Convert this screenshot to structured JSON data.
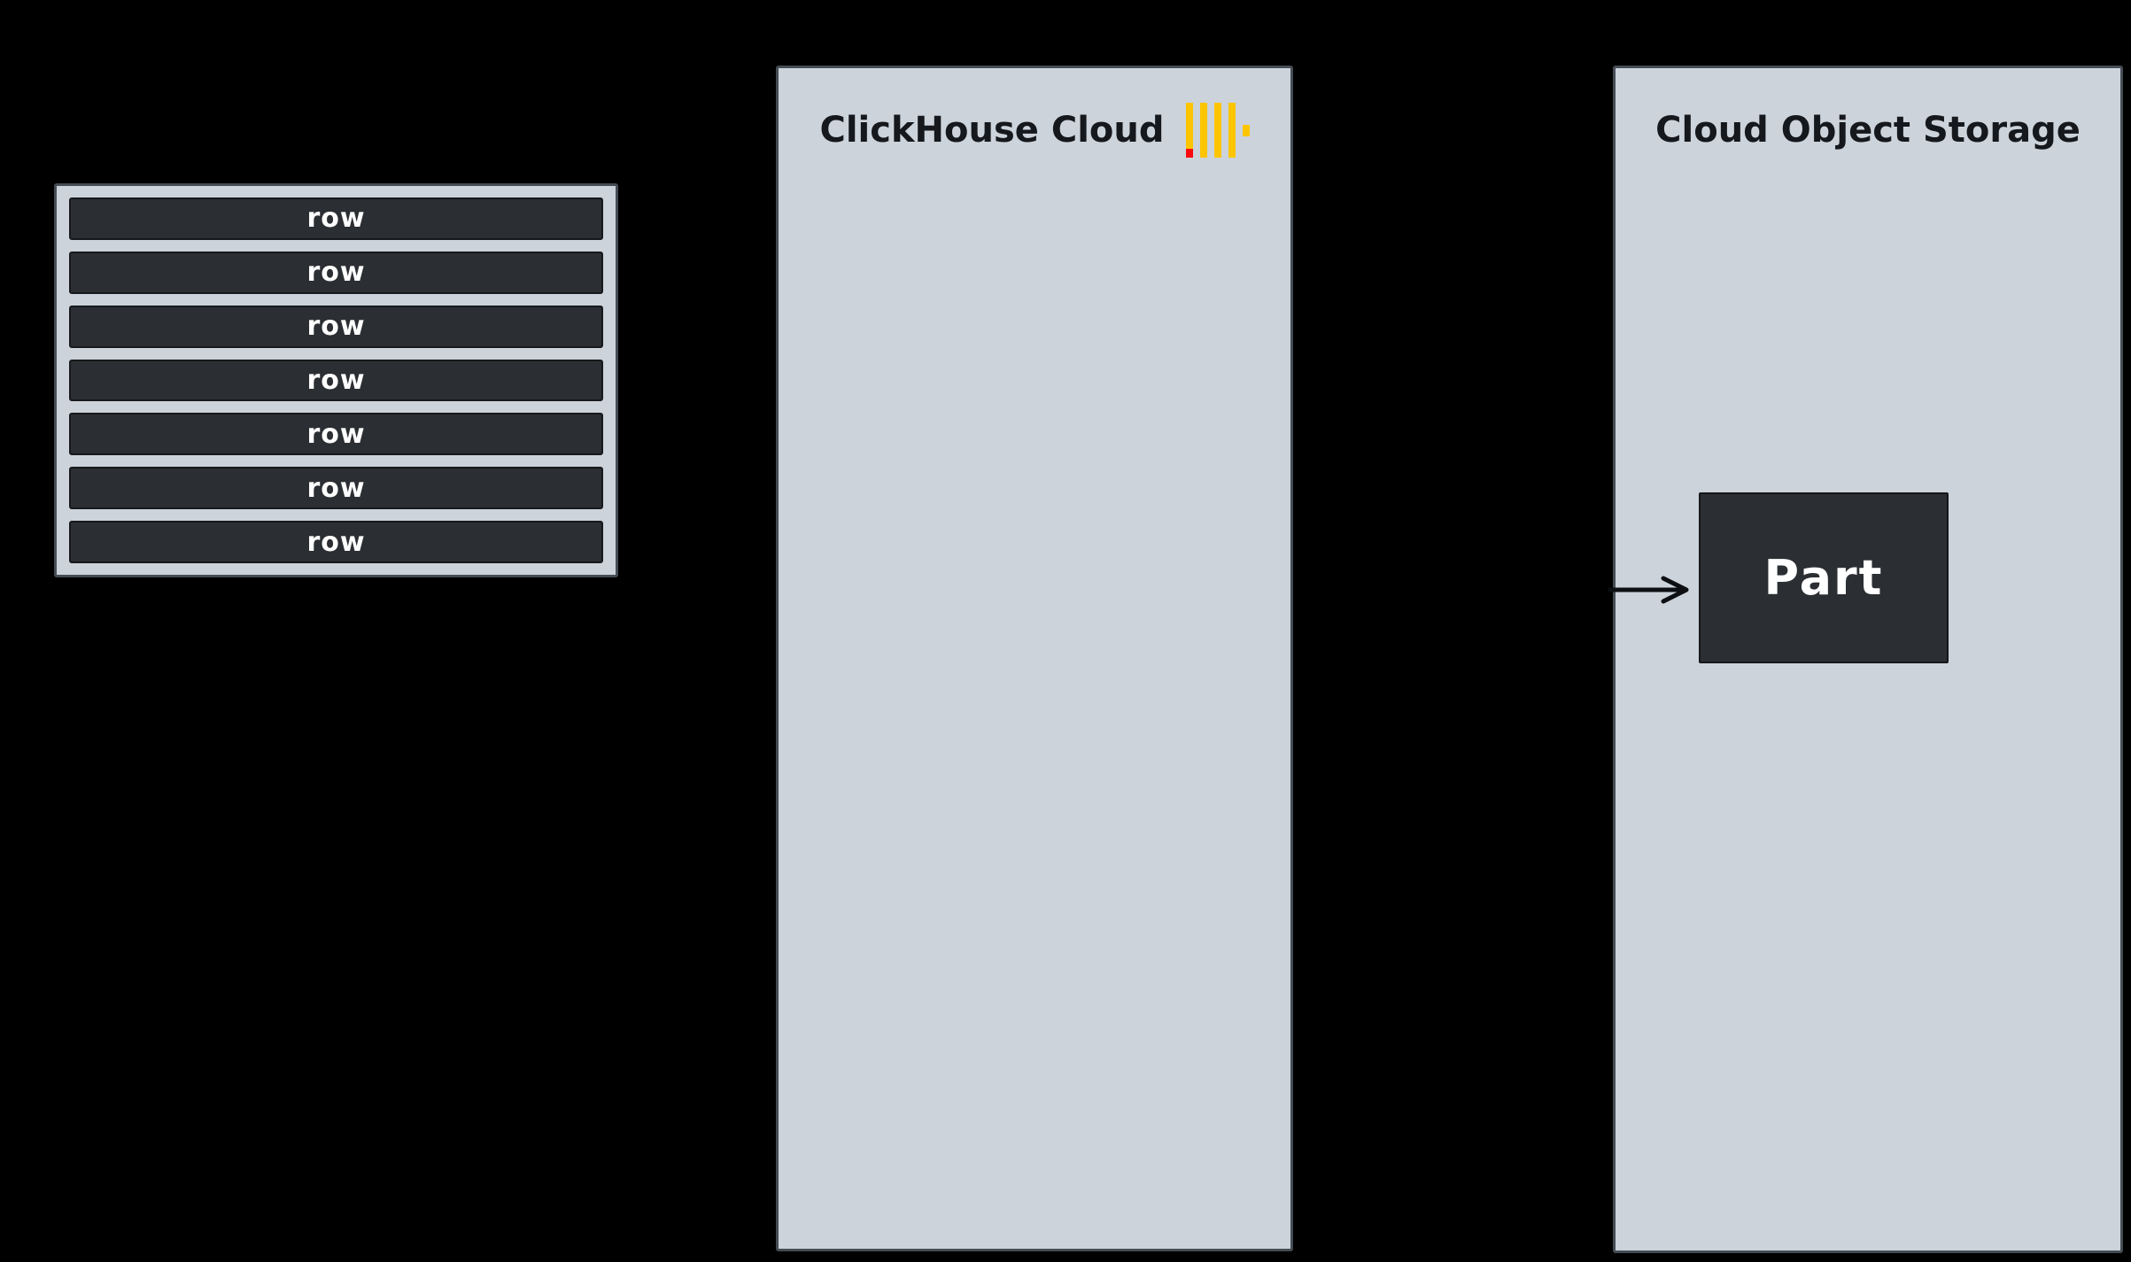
{
  "colors": {
    "background": "#000000",
    "panel_fill": "#ccd3da",
    "panel_border": "#454c53",
    "dark_fill": "#2b2e32",
    "text_light": "#ffffff",
    "text_dark": "#15181c",
    "logo_yellow": "#fdc500",
    "logo_red": "#fa0a0f",
    "arrow_color": "#0d0f12"
  },
  "rows_box": {
    "rows": [
      "row",
      "row",
      "row",
      "row",
      "row",
      "row",
      "row"
    ]
  },
  "clickhouse_panel": {
    "title": "ClickHouse Cloud",
    "logo_icon": "clickhouse-bars-logo"
  },
  "storage_panel": {
    "title": "Cloud Object Storage",
    "part_box": {
      "label": "Part"
    }
  }
}
